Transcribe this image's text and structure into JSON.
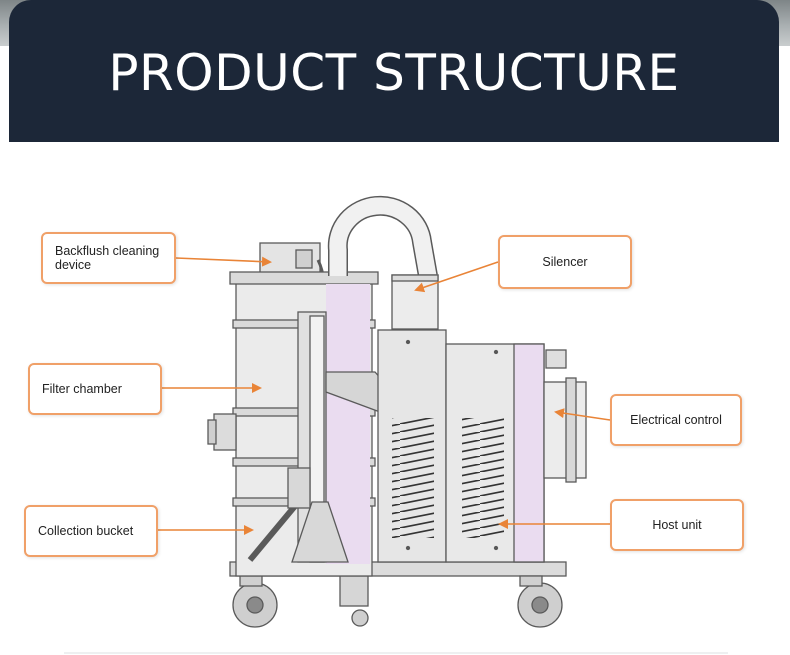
{
  "header": {
    "title": "PRODUCT STRUCTURE"
  },
  "labels": {
    "backflush_line1": "Backflush cleaning",
    "backflush_line2": "device",
    "filter_chamber": "Filter chamber",
    "collection_bucket": "Collection bucket",
    "silencer": "Silencer",
    "electrical_control": "Electrical control",
    "host_unit": "Host unit"
  },
  "colors": {
    "banner": "#1c2738",
    "accent_orange": "#e98437",
    "callout_border": "#f0a068",
    "machine_outline": "#5a5a5a",
    "machine_fill": "#e9e9e9",
    "machine_pink": "#eadcf0"
  }
}
